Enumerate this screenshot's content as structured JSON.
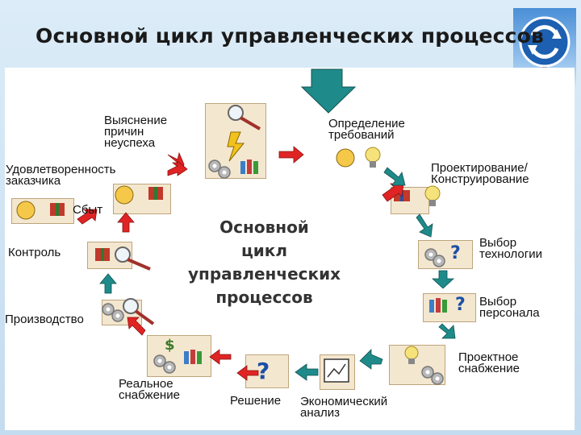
{
  "title": "Основной цикл управленческих процессов",
  "center": {
    "line1": "Основной",
    "line2": "цикл",
    "line3": "управленческих",
    "line4": "процессов"
  },
  "nodes": {
    "requirements": "Определение\nтребований",
    "design": "Проектирование/\nКонструирование",
    "technology": "Выбор\nтехнологии",
    "personnel": "Выбор\nперсонала",
    "project_supply": "Проектное\nснабжение",
    "economic_analysis": "Экономический\nанализ",
    "decision": "Решение",
    "real_supply": "Реальное\nснабжение",
    "production": "Производство",
    "control": "Контроль",
    "sales": "Сбыт",
    "satisfaction": "Удовлетворенность\nзаказчика",
    "failure_analysis": "Выяснение\nпричин\nнеуспеха"
  },
  "question_mark": "?",
  "dollar_sign": "$",
  "colors": {
    "arrow_red": "#e02424",
    "arrow_teal": "#1f8a8a",
    "box": "#f4e7cf",
    "title": "#1a1a1a"
  }
}
